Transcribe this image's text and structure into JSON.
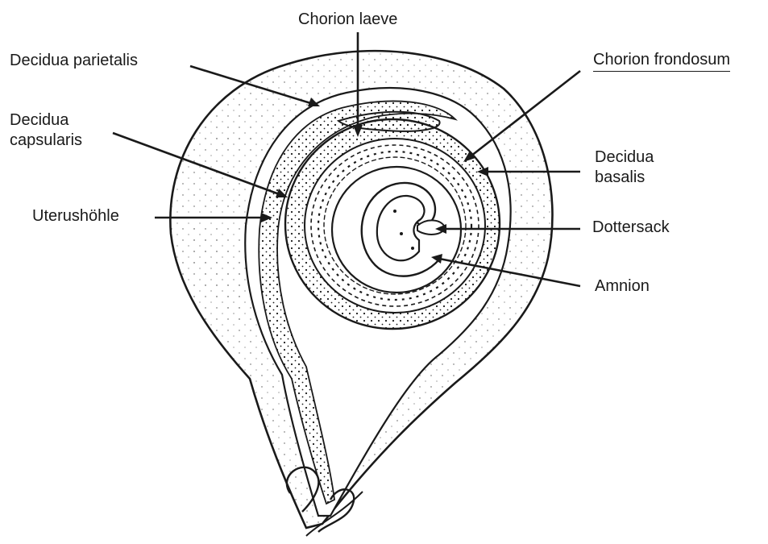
{
  "labels": {
    "chorion_laeve": "Chorion laeve",
    "decidua_parietalis": "Decidua parietalis",
    "chorion_frondosum": "Chorion frondosum",
    "decidua_capsularis_line1": "Decidua",
    "decidua_capsularis_line2": "capsularis",
    "decidua_basalis_line1": "Decidua",
    "decidua_basalis_line2": "basalis",
    "uterushoehle": "Uterushöhle",
    "dottersack": "Dottersack",
    "amnion": "Amnion"
  },
  "colors": {
    "ink": "#1a1a1a",
    "background": "#ffffff"
  }
}
